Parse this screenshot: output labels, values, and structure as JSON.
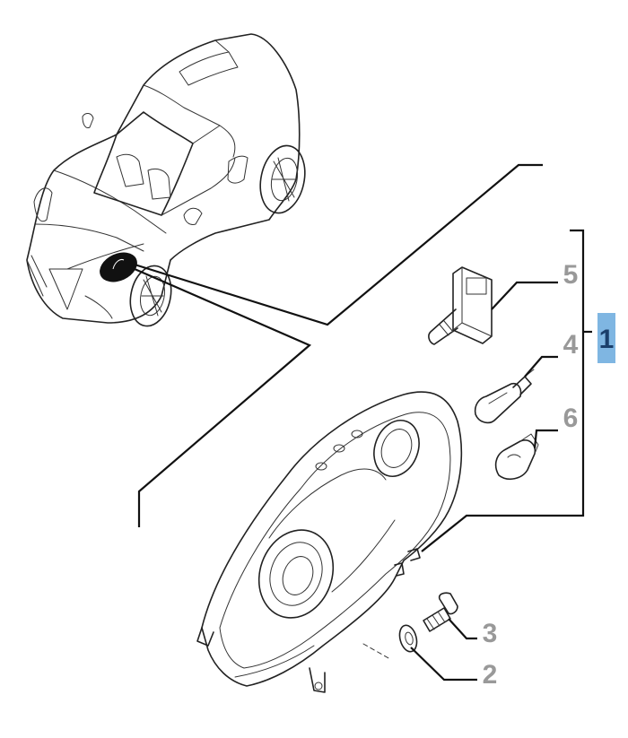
{
  "callouts": {
    "assembly": "1",
    "washer": "2",
    "screw": "3",
    "bulb_h7": "4",
    "bulb_xenon": "5",
    "bulb_small": "6"
  },
  "colors": {
    "highlight": "#7fb6e2",
    "callout_text": "#999999",
    "line": "#222222"
  }
}
